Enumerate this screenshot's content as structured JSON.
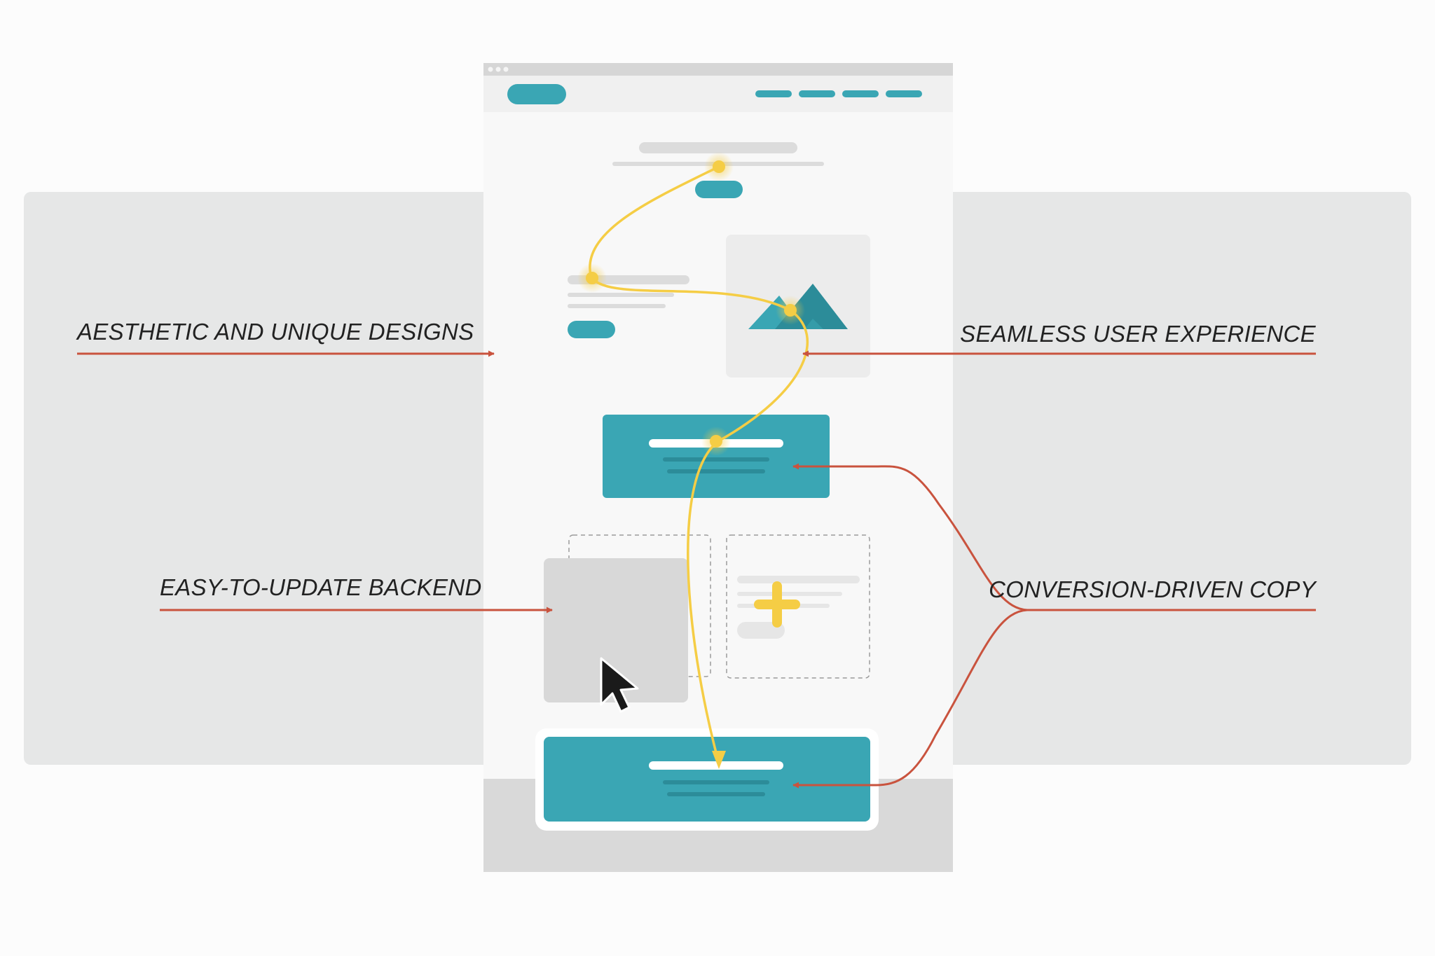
{
  "labels": {
    "aesthetic": "AESTHETIC AND UNIQUE DESIGNS",
    "seamless": "SEAMLESS USER EXPERIENCE",
    "backend": "EASY-TO-UPDATE BACKEND",
    "conversion": "CONVERSION-DRIVEN COPY"
  },
  "colors": {
    "panel": "#e6e7e7",
    "page": "#f8f8f8",
    "teal": "#3aa6b4",
    "teal_dark": "#2c8c99",
    "placeholder": "#dcdcdc",
    "arrow_red": "#c9533e",
    "flow_yellow": "#f5cd45",
    "cursor": "#1a1a1a"
  },
  "icons": [
    "browser-dots-icon",
    "mountain-image-icon",
    "plus-icon",
    "mouse-cursor-icon"
  ]
}
